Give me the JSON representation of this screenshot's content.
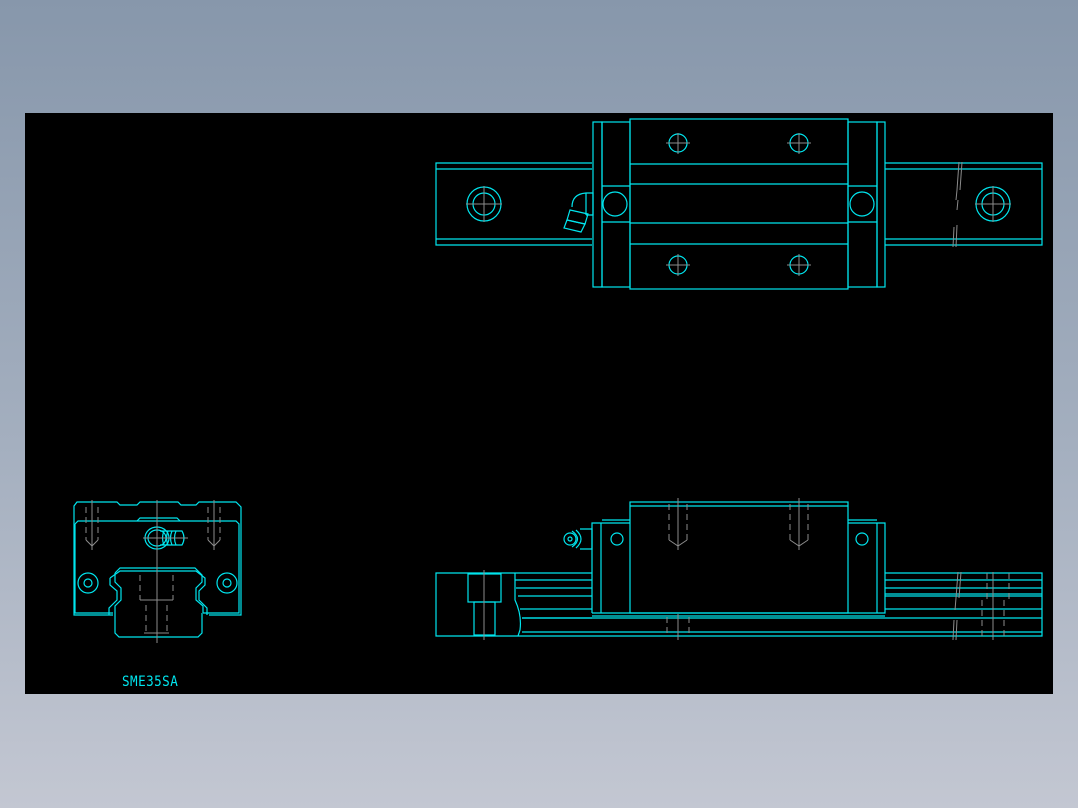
{
  "drawing": {
    "part_label": "SME35SA",
    "line_color": "#00e5ee",
    "centerline_color": "#8c8c8c",
    "canvas_background": "#000000",
    "views": [
      {
        "name": "end-view",
        "description": "Carriage and rail end section"
      },
      {
        "name": "top-view",
        "description": "Plan view of carriage on rail with grease nipple"
      },
      {
        "name": "side-view",
        "description": "Side elevation of carriage on rail"
      }
    ]
  }
}
